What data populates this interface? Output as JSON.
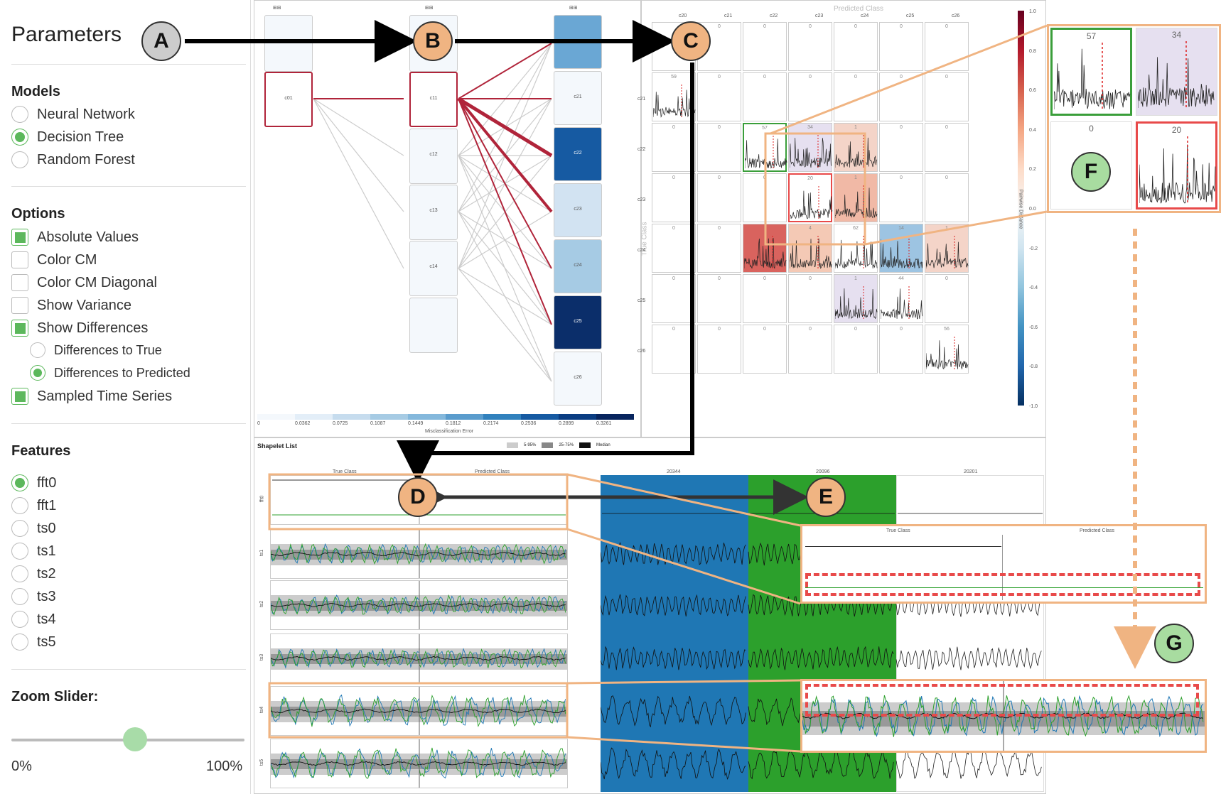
{
  "parameters": {
    "title": "Parameters",
    "models_heading": "Models",
    "models": [
      {
        "label": "Neural Network",
        "selected": false
      },
      {
        "label": "Decision Tree",
        "selected": true
      },
      {
        "label": "Random Forest",
        "selected": false
      }
    ],
    "options_heading": "Options",
    "options": [
      {
        "label": "Absolute Values",
        "checked": true
      },
      {
        "label": "Color CM",
        "checked": false
      },
      {
        "label": "Color CM Diagonal",
        "checked": false
      },
      {
        "label": "Show Variance",
        "checked": false
      },
      {
        "label": "Show Differences",
        "checked": true
      }
    ],
    "diff_options": [
      {
        "label": "Differences to True",
        "selected": false
      },
      {
        "label": "Differences to Predicted",
        "selected": true
      }
    ],
    "sampled": {
      "label": "Sampled Time Series",
      "checked": true
    },
    "features_heading": "Features",
    "features": [
      {
        "label": "fft0",
        "selected": true
      },
      {
        "label": "fft1",
        "selected": false
      },
      {
        "label": "ts0",
        "selected": false
      },
      {
        "label": "ts1",
        "selected": false
      },
      {
        "label": "ts2",
        "selected": false
      },
      {
        "label": "ts3",
        "selected": false
      },
      {
        "label": "ts4",
        "selected": false
      },
      {
        "label": "ts5",
        "selected": false
      }
    ],
    "zoom_label": "Zoom Slider:",
    "zoom_min": "0%",
    "zoom_max": "100%",
    "zoom_value": 0.53
  },
  "callouts": {
    "a": "A",
    "b": "B",
    "c": "C",
    "d": "D",
    "e": "E",
    "f": "F",
    "g": "G"
  },
  "tree": {
    "col0": [
      {
        "id": "c01",
        "selected": true
      }
    ],
    "col1": [
      {
        "id": "c11",
        "selected": true
      },
      {
        "id": "c12"
      },
      {
        "id": "c13"
      },
      {
        "id": "c14"
      }
    ],
    "col2": [
      {
        "id": "",
        "error": 0.19
      },
      {
        "id": "c21",
        "error": 0.02
      },
      {
        "id": "c22",
        "error": 0.26
      },
      {
        "id": "c23",
        "error": 0.06
      },
      {
        "id": "c24",
        "error": 0.1
      },
      {
        "id": "c25",
        "error": 0.33
      },
      {
        "id": "c26",
        "error": 0.02
      }
    ],
    "legend_ticks": [
      "0",
      "0.0362",
      "0.0725",
      "0.1087",
      "0.1449",
      "0.1812",
      "0.2174",
      "0.2536",
      "0.2899",
      "0.3261"
    ],
    "legend_label": "Misclassification Error"
  },
  "confusion": {
    "title": "Predicted Class",
    "y_title": "True Class",
    "classes": [
      "c20",
      "c21",
      "c22",
      "c23",
      "c24",
      "c25",
      "c26"
    ],
    "counts": [
      [
        null,
        "0",
        "0",
        "0",
        "0",
        "0",
        "0"
      ],
      [
        "59",
        "0",
        "0",
        "0",
        "0",
        "0",
        "0"
      ],
      [
        "0",
        "0",
        "57",
        "34",
        "1",
        "0",
        "0"
      ],
      [
        "0",
        "0",
        "0",
        "20",
        "1",
        "0",
        "0"
      ],
      [
        "0",
        "0",
        "1",
        "4",
        "62",
        "14",
        "1"
      ],
      [
        "0",
        "0",
        "0",
        "0",
        "1",
        "44",
        "0"
      ],
      [
        "0",
        "0",
        "0",
        "0",
        "0",
        "0",
        "56"
      ]
    ],
    "colorbar_label": "Pairwise Distance",
    "colorbar_ticks": [
      "1.0",
      "0.8",
      "0.6",
      "0.4",
      "0.2",
      "0.0",
      "-0.2",
      "-0.4",
      "-0.6",
      "-0.8",
      "-1.0"
    ]
  },
  "zoom_f": {
    "top_left": "57",
    "top_right": "34",
    "bottom_left": "0",
    "bottom_right": "20"
  },
  "shapelets": {
    "title": "Shapelet List",
    "legend": [
      "5-95%",
      "25-75%",
      "Median"
    ],
    "col_true": "True Class",
    "col_pred": "Predicted Class",
    "rows": [
      "fft0",
      "ts1",
      "ts2",
      "ts3",
      "ts4",
      "ts5"
    ],
    "samples": [
      "20344",
      "20096",
      "20201"
    ],
    "colors": {
      "blue": "#1f77b4",
      "green": "#2ca02c"
    }
  },
  "zoom_g": {
    "col_true": "True Class",
    "col_pred": "Predicted Class"
  },
  "colors": {
    "accent": "#f0b482",
    "selected_edge": "#b0243a",
    "green": "#5cb85c",
    "red": "#e84a4a"
  }
}
